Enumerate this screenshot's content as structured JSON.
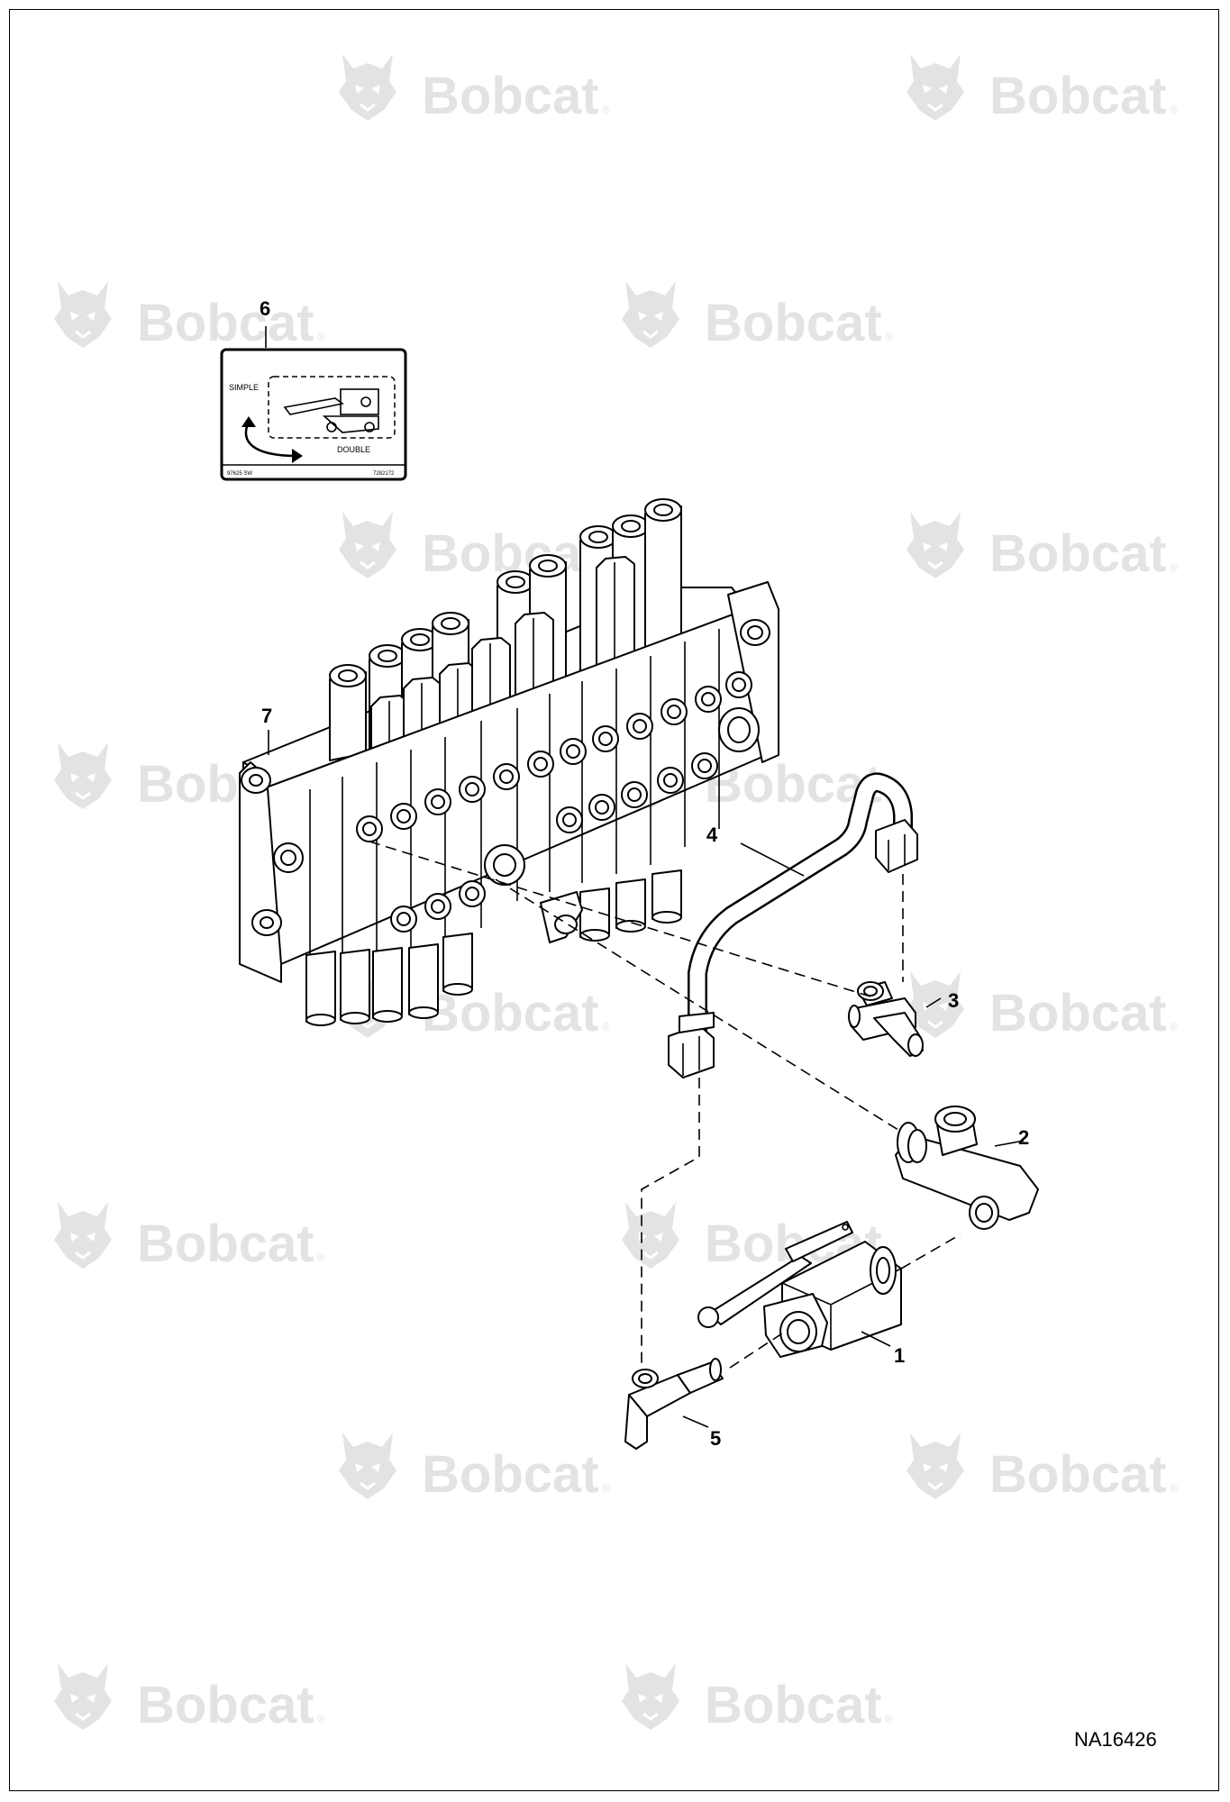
{
  "watermark": {
    "text": "Bobcat",
    "mark": "®",
    "icon": "bobcat-head-icon",
    "color": "#e3e3e3"
  },
  "callouts": [
    {
      "id": "1",
      "label": "1"
    },
    {
      "id": "2",
      "label": "2"
    },
    {
      "id": "3",
      "label": "3"
    },
    {
      "id": "4",
      "label": "4"
    },
    {
      "id": "5",
      "label": "5"
    },
    {
      "id": "6",
      "label": "6"
    },
    {
      "id": "7",
      "label": "7"
    }
  ],
  "decal": {
    "simple_label": "SIMPLE",
    "double_label": "DOUBLE",
    "code_left": "97625 SW",
    "code_right": "7282172"
  },
  "drawing_number": "NA16426"
}
